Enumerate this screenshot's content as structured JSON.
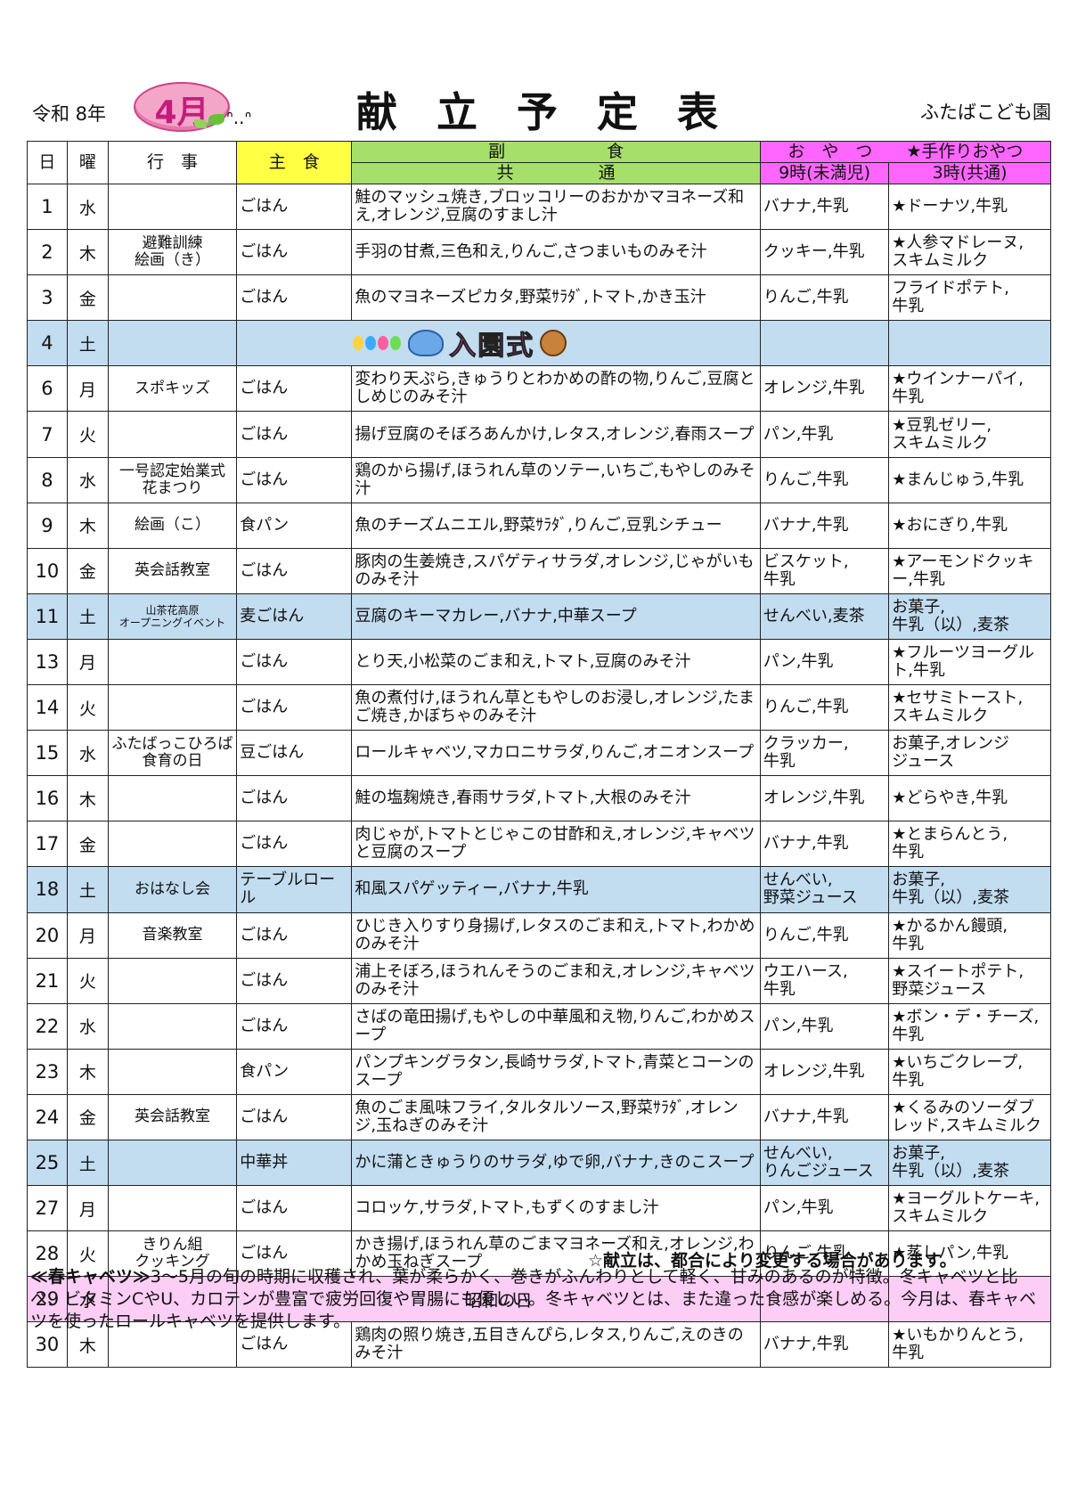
{
  "header": {
    "era": "令和 8年",
    "month": "4月",
    "title": "献立予定表",
    "school": "ふたばこども園"
  },
  "columns": {
    "day": "日",
    "weekday": "曜",
    "event": "行　事",
    "main": "主　食",
    "side_top": "副　　　　　　食",
    "side_sub": "共　　　　　通",
    "snack_top": "お　や　つ　　★手作りおやつ",
    "snack_am": "9時(未満児)",
    "snack_pm": "3時(共通)"
  },
  "rows": [
    {
      "day": "1",
      "wd": "水",
      "event": "",
      "main": "ごはん",
      "side": "鮭のマッシュ焼き,ブロッコリーのおかかマヨネーズ和え,オレンジ,豆腐のすまし汁",
      "am": "バナナ,牛乳",
      "pm": "★ドーナツ,牛乳"
    },
    {
      "day": "2",
      "wd": "木",
      "event": "避難訓練\n絵画（き）",
      "main": "ごはん",
      "side": "手羽の甘煮,三色和え,りんご,さつまいものみそ汁",
      "am": "クッキー,牛乳",
      "pm": "★人参マドレーヌ,\nスキムミルク"
    },
    {
      "day": "3",
      "wd": "金",
      "event": "",
      "main": "ごはん",
      "side": "魚のマヨネーズピカタ,野菜ｻﾗﾀﾞ,トマト,かき玉汁",
      "am": "りんご,牛乳",
      "pm": "フライドポテト,\n牛乳"
    },
    {
      "day": "4",
      "wd": "土",
      "type": "ceremony",
      "event": "",
      "ceremony": "入園式"
    },
    {
      "day": "6",
      "wd": "月",
      "event": "スポキッズ",
      "main": "ごはん",
      "side": "変わり天ぷら,きゅうりとわかめの酢の物,りんご,豆腐としめじのみそ汁",
      "am": "オレンジ,牛乳",
      "pm": "★ウインナーパイ,\n牛乳"
    },
    {
      "day": "7",
      "wd": "火",
      "event": "",
      "main": "ごはん",
      "side": "揚げ豆腐のそぼろあんかけ,レタス,オレンジ,春雨スープ",
      "am": "パン,牛乳",
      "pm": "★豆乳ゼリー,\nスキムミルク"
    },
    {
      "day": "8",
      "wd": "水",
      "event": "一号認定始業式\n花まつり",
      "main": "ごはん",
      "side": "鶏のから揚げ,ほうれん草のソテー,いちご,もやしのみそ汁",
      "am": "りんご,牛乳",
      "pm": "★まんじゅう,牛乳"
    },
    {
      "day": "9",
      "wd": "木",
      "event": "絵画（こ）",
      "main": "食パン",
      "side": "魚のチーズムニエル,野菜ｻﾗﾀﾞ,りんご,豆乳シチュー",
      "am": "バナナ,牛乳",
      "pm": "★おにぎり,牛乳"
    },
    {
      "day": "10",
      "wd": "金",
      "event": "英会話教室",
      "main": "ごはん",
      "side": "豚肉の生姜焼き,スパゲティサラダ,オレンジ,じゃがいものみそ汁",
      "am": "ビスケット,\n牛乳",
      "pm": "★アーモンドクッキー,牛乳"
    },
    {
      "day": "11",
      "wd": "土",
      "type": "sat",
      "event": "山茶花高原\nオープニングイベント",
      "event_small": true,
      "main": "麦ごはん",
      "side": "豆腐のキーマカレー,バナナ,中華スープ",
      "am": "せんべい,麦茶",
      "pm": "お菓子,\n牛乳（以）,麦茶"
    },
    {
      "day": "13",
      "wd": "月",
      "event": "",
      "main": "ごはん",
      "side": "とり天,小松菜のごま和え,トマト,豆腐のみそ汁",
      "am": "パン,牛乳",
      "pm": "★フルーツヨーグルト,牛乳"
    },
    {
      "day": "14",
      "wd": "火",
      "event": "",
      "main": "ごはん",
      "side": "魚の煮付け,ほうれん草ともやしのお浸し,オレンジ,たまご焼き,かぼちゃのみそ汁",
      "am": "りんご,牛乳",
      "pm": "★セサミトースト,\nスキムミルク"
    },
    {
      "day": "15",
      "wd": "水",
      "event": "ふたばっこひろば\n食育の日",
      "main": "豆ごはん",
      "side": "ロールキャベツ,マカロニサラダ,りんご,オニオンスープ",
      "am": "クラッカー,\n牛乳",
      "pm": "お菓子,オレンジ\nジュース"
    },
    {
      "day": "16",
      "wd": "木",
      "event": "",
      "main": "ごはん",
      "side": "鮭の塩麹焼き,春雨サラダ,トマト,大根のみそ汁",
      "am": "オレンジ,牛乳",
      "pm": "★どらやき,牛乳"
    },
    {
      "day": "17",
      "wd": "金",
      "event": "",
      "main": "ごはん",
      "side": "肉じゃが,トマトとじゃこの甘酢和え,オレンジ,キャベツと豆腐のスープ",
      "am": "バナナ,牛乳",
      "pm": "★とまらんとう,\n牛乳"
    },
    {
      "day": "18",
      "wd": "土",
      "type": "sat",
      "event": "おはなし会",
      "main": "テーブルロール",
      "side": "和風スパゲッティー,バナナ,牛乳",
      "am": "せんべい,\n野菜ジュース",
      "pm": "お菓子,\n牛乳（以）,麦茶"
    },
    {
      "day": "20",
      "wd": "月",
      "event": "音楽教室",
      "main": "ごはん",
      "side": "ひじき入りすり身揚げ,レタスのごま和え,トマト,わかめのみそ汁",
      "am": "りんご,牛乳",
      "pm": "★かるかん饅頭,\n牛乳"
    },
    {
      "day": "21",
      "wd": "火",
      "event": "",
      "main": "ごはん",
      "side": "浦上そぼろ,ほうれんそうのごま和え,オレンジ,キャベツのみそ汁",
      "am": "ウエハース,\n牛乳",
      "pm": "★スイートポテト,\n野菜ジュース"
    },
    {
      "day": "22",
      "wd": "水",
      "event": "",
      "main": "ごはん",
      "side": "さばの竜田揚げ,もやしの中華風和え物,りんご,わかめスープ",
      "am": "パン,牛乳",
      "pm": "★ボン・デ・チーズ,牛乳"
    },
    {
      "day": "23",
      "wd": "木",
      "event": "",
      "main": "食パン",
      "side": "パンプキングラタン,長崎サラダ,トマト,青菜とコーンのスープ",
      "am": "オレンジ,牛乳",
      "pm": "★いちごクレープ,\n牛乳"
    },
    {
      "day": "24",
      "wd": "金",
      "event": "英会話教室",
      "main": "ごはん",
      "side": "魚のごま風味フライ,タルタルソース,野菜ｻﾗﾀﾞ,オレンジ,玉ねぎのみそ汁",
      "am": "バナナ,牛乳",
      "pm": "★くるみのソーダブレッド,スキムミルク"
    },
    {
      "day": "25",
      "wd": "土",
      "type": "sat",
      "event": "",
      "main": "中華丼",
      "side": "かに蒲ときゅうりのサラダ,ゆで卵,バナナ,きのこスープ",
      "am": "せんべい,\nりんごジュース",
      "pm": "お菓子,\n牛乳（以）,麦茶"
    },
    {
      "day": "27",
      "wd": "月",
      "event": "",
      "main": "ごはん",
      "side": "コロッケ,サラダ,トマト,もずくのすまし汁",
      "am": "パン,牛乳",
      "pm": "★ヨーグルトケーキ,スキムミルク"
    },
    {
      "day": "28",
      "wd": "火",
      "event": "きりん組\nクッキング",
      "main": "ごはん",
      "side": "かき揚げ,ほうれん草のごまマヨネーズ和え,オレンジ,わかめ玉ねぎスープ",
      "am": "りんご,牛乳",
      "pm": "★蒸しパン,牛乳"
    },
    {
      "day": "29",
      "wd": "水",
      "type": "holiday",
      "event": "",
      "holiday": "昭和の日"
    },
    {
      "day": "30",
      "wd": "木",
      "event": "",
      "main": "ごはん",
      "side": "鶏肉の照り焼き,五目きんぴら,レタス,りんご,えのきのみそ汁",
      "am": "バナナ,牛乳",
      "pm": "★いもかりんとう,\n牛乳"
    }
  ],
  "notice": "☆献立は、都合により変更する場合があります。",
  "note": {
    "title": "≪春キャベツ≫",
    "body": "3～5月の旬の時期に収穫され、葉が柔らかく、巻きがふんわりとして軽く、甘みのあるのが特徴。冬キャベツと比べ、ビタミンCやU、カロテンが豊富で疲労回復や胃腸にも優しい。冬キャベツとは、また違った食感が楽しめる。今月は、春キャベツを使ったロールキャベツを提供します。"
  },
  "colors": {
    "main_header": "#ffff44",
    "side_header": "#a6e06a",
    "snack_header": "#ff66ff",
    "saturday": "#c2dcf0",
    "holiday": "#fccdf5"
  }
}
